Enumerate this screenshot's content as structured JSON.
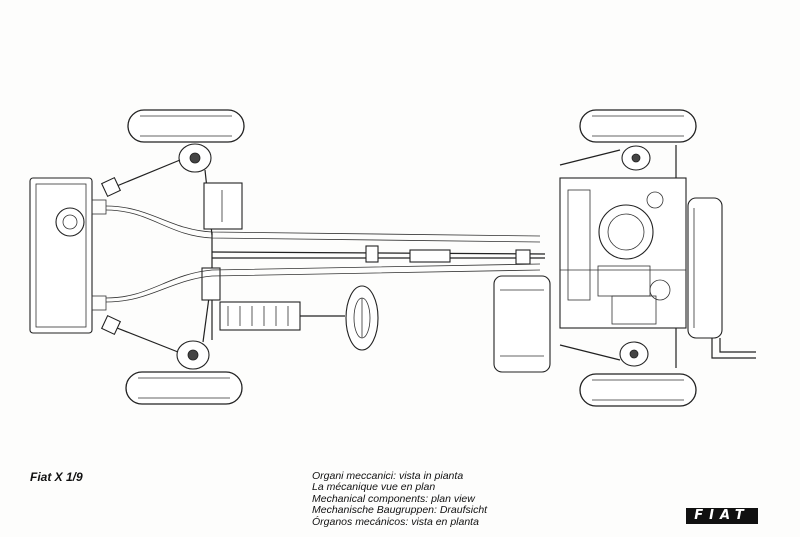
{
  "document": {
    "model_title": "Fiat X 1/9",
    "captions": [
      "Organi meccanici: vista in pianta",
      "La mécanique vue en plan",
      "Mechanical components: plan view",
      "Mechanische Baugruppen: Draufsicht",
      "Órganos mecánicos: vista en planta"
    ],
    "logo_text": "FIAT"
  },
  "colors": {
    "ink": "#222222",
    "paper": "#fdfdfc",
    "logo_bg": "#111111"
  }
}
